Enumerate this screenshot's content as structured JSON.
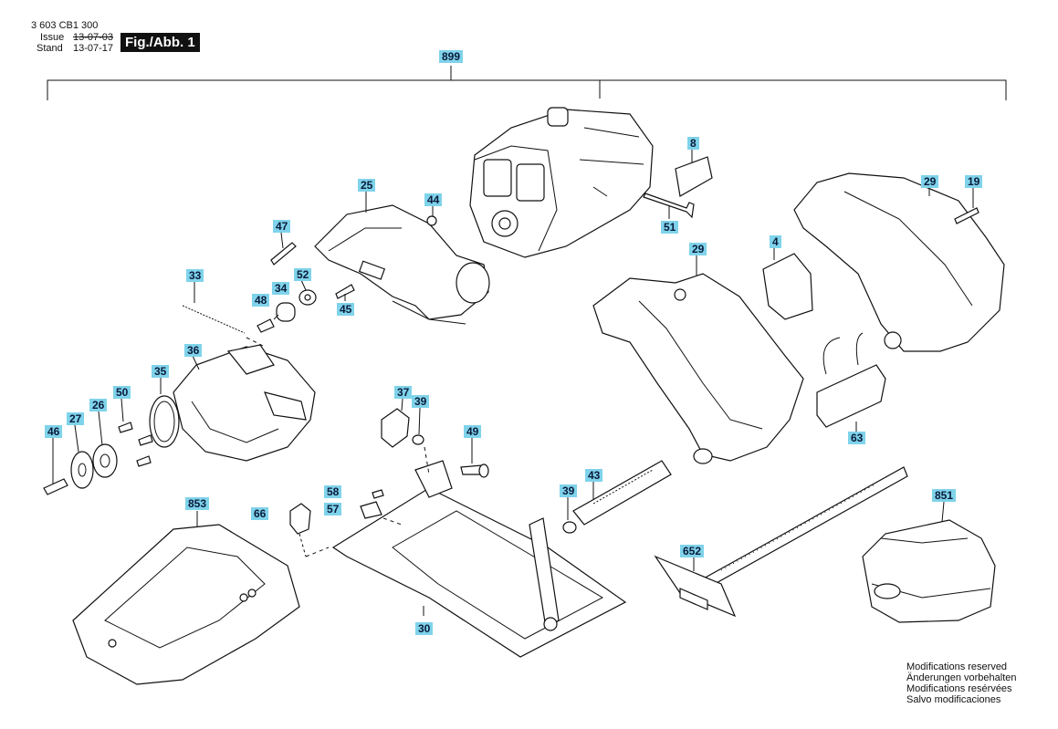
{
  "header": {
    "doc_number": "3 603 CB1 300",
    "issue_label": "Issue",
    "issue_date": "13-07-03",
    "stand_label": "Stand",
    "stand_date": "13-07-17",
    "figure_label": "Fig./Abb. 1"
  },
  "parts": {
    "p899": "899",
    "p8": "8",
    "p51": "51",
    "p25": "25",
    "p44": "44",
    "p47": "47",
    "p29a": "29",
    "p19": "19",
    "p29b": "29",
    "p4": "4",
    "p33": "33",
    "p52": "52",
    "p34": "34",
    "p48": "48",
    "p45": "45",
    "p36": "36",
    "p35": "35",
    "p50": "50",
    "p26": "26",
    "p27": "27",
    "p46": "46",
    "p37": "37",
    "p39a": "39",
    "p49": "49",
    "p63": "63",
    "p43": "43",
    "p39b": "39",
    "p58": "58",
    "p57": "57",
    "p853": "853",
    "p66": "66",
    "p851": "851",
    "p652": "652",
    "p30": "30"
  },
  "footer": {
    "line1": "Modifications reserved",
    "line2": "Änderungen vorbehalten",
    "line3": "Modifications resérvées",
    "line4": "Salvo modificaciones"
  },
  "colors": {
    "label_bg": "#7fd3ea",
    "figure_bg": "#111111"
  }
}
